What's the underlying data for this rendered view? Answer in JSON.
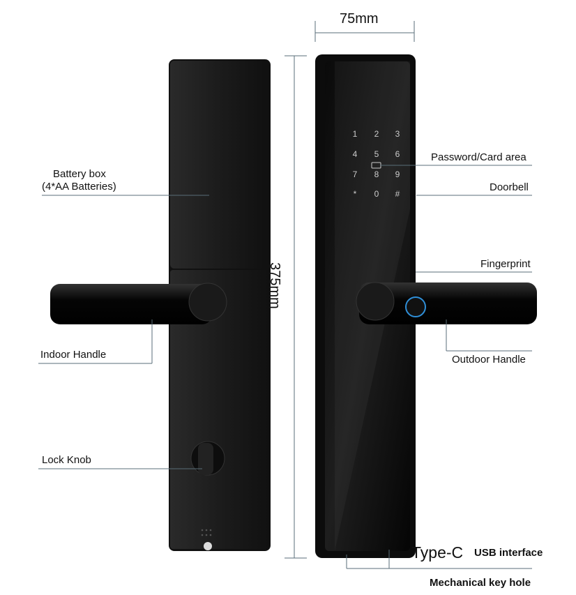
{
  "dimensions": {
    "width": "75mm",
    "height": "375mm"
  },
  "labels": {
    "battery_box": "Battery box",
    "battery_detail": "(4*AA Batteries)",
    "indoor_handle": "Indoor Handle",
    "lock_knob": "Lock Knob",
    "password_card": "Password/Card area",
    "doorbell": "Doorbell",
    "fingerprint": "Fingerprint",
    "outdoor_handle": "Outdoor Handle",
    "type_c": "Type-C",
    "usb_interface": "USB interface",
    "key_hole": "Mechanical key hole"
  },
  "keypad": [
    "1",
    "2",
    "3",
    "4",
    "5",
    "6",
    "7",
    "8",
    "9",
    "*",
    "0",
    "#"
  ],
  "colors": {
    "body": "#1a1a1a",
    "line": "#5a6e78",
    "fingerprint_ring": "#2f8fd8"
  }
}
